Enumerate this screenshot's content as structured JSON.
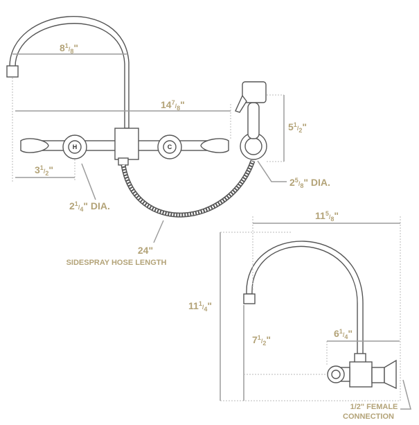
{
  "top_view": {
    "spout_reach": {
      "whole": "8",
      "num": "1",
      "den": "8",
      "unit": "\""
    },
    "center_width": {
      "whole": "14",
      "num": "7",
      "den": "8",
      "unit": "\""
    },
    "spray_height": {
      "whole": "5",
      "num": "1",
      "den": "2",
      "unit": "\""
    },
    "handle_offset": {
      "whole": "3",
      "num": "1",
      "den": "2",
      "unit": "\""
    },
    "flange_dia": {
      "whole": "2",
      "num": "1",
      "den": "4",
      "unit": "\" DIA."
    },
    "spray_base_dia": {
      "whole": "2",
      "num": "5",
      "den": "8",
      "unit": "\" DIA."
    },
    "hose_length": "24\"",
    "hose_caption": "SIDESPRAY HOSE LENGTH",
    "hot_label": "H",
    "cold_label": "C"
  },
  "side_view": {
    "total_reach": {
      "whole": "11",
      "num": "5",
      "den": "8",
      "unit": "\""
    },
    "total_height": {
      "whole": "11",
      "num": "1",
      "den": "4",
      "unit": "\""
    },
    "spout_height": {
      "whole": "7",
      "num": "1",
      "den": "2",
      "unit": "\""
    },
    "wall_offset": {
      "whole": "6",
      "num": "1",
      "den": "4",
      "unit": "\""
    },
    "connection_line1": "1/2\" FEMALE",
    "connection_line2": "CONNECTION"
  }
}
